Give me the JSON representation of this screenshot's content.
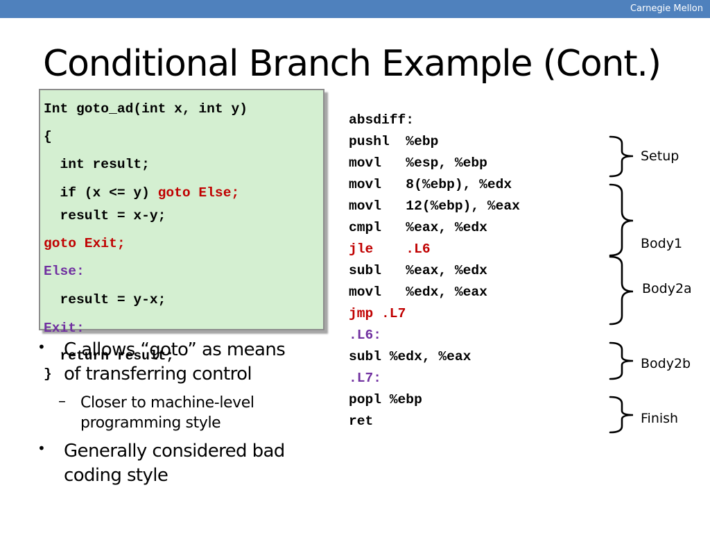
{
  "header": {
    "institution": "Carnegie Mellon"
  },
  "slide": {
    "title": "Conditional Branch Example (Cont.)"
  },
  "c_code": {
    "l1": "Int goto_ad(int x, int y)",
    "l2": "{",
    "l3": "  int result;",
    "l4a": "  if (x <= y) ",
    "l4b": "goto Else;",
    "l5": "  result = x-y;",
    "l6": "goto Exit;",
    "l7": "Else:",
    "l8": "  result = y-x;",
    "l9": "Exit:",
    "l10": "  return result;",
    "l11": "}"
  },
  "bullets": {
    "b1_line1": "C allows “goto” as means",
    "b1_line2": "of transferring control",
    "sub1_line1": "Closer to machine-level",
    "sub1_line2": "programming style",
    "b2_line1": "Generally considered bad",
    "b2_line2": "coding style",
    "dot": "•",
    "dash": "–"
  },
  "asm": {
    "l1": "absdiff:",
    "l2": "pushl  %ebp",
    "l3": "movl   %esp, %ebp",
    "l4": "movl   8(%ebp), %edx",
    "l5": "movl   12(%ebp), %eax",
    "l6": "cmpl   %eax, %edx",
    "l7": "jle    .L6",
    "l8": "subl   %eax, %edx",
    "l9": "movl   %edx, %eax",
    "l10a": "jmp ",
    "l10b": ".L7",
    "l11": ".L6:",
    "l12": "subl %edx, %eax",
    "l13": ".L7:",
    "l14": "popl %ebp",
    "l15": "ret"
  },
  "labels": {
    "setup": "Setup",
    "body1": "Body1",
    "body2a": "Body2a",
    "body2b": "Body2b",
    "finish": "Finish"
  },
  "colors": {
    "header_bar": "#4f81bd",
    "code_box_bg": "#d4efd1",
    "keyword_red": "#c00000",
    "label_purple": "#7030a0"
  }
}
